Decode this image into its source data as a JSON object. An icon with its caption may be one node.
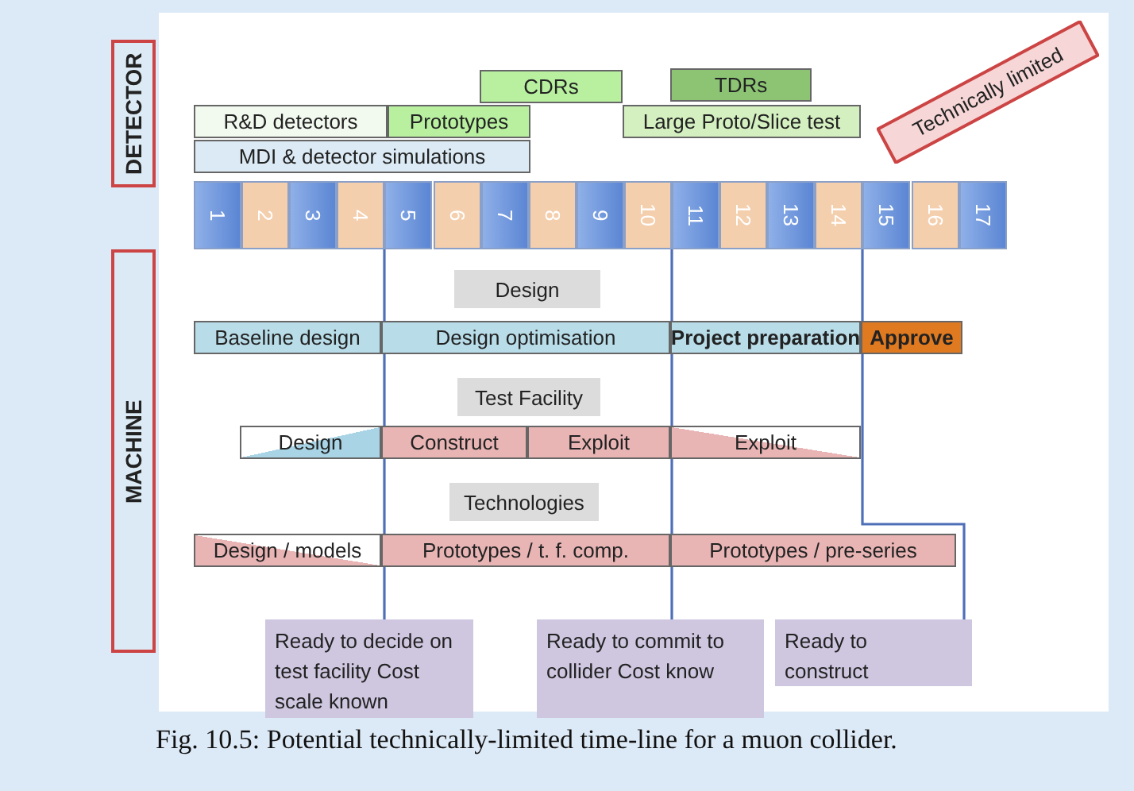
{
  "diagram": {
    "caption": "Fig. 10.5: Potential technically-limited time-line for a muon collider.",
    "nodes": [
      {
        "text": [
          "DETECTOR"
        ]
      },
      {
        "text": [
          "CDRs"
        ]
      },
      {
        "text": [
          "TDRs"
        ]
      },
      {
        "text": [
          "Technically limited"
        ]
      },
      {
        "text": [
          "R&D detectors"
        ]
      },
      {
        "text": [
          "Prototypes"
        ]
      },
      {
        "text": [
          "Large Proto/Slice test"
        ]
      },
      {
        "text": [
          "MDI & detector simulations"
        ]
      },
      {
        "text": [
          "1"
        ]
      },
      {
        "text": [
          "2"
        ]
      },
      {
        "text": [
          "3"
        ]
      },
      {
        "text": [
          "4"
        ]
      },
      {
        "text": [
          "5"
        ]
      },
      {
        "text": [
          "6"
        ]
      },
      {
        "text": [
          "7"
        ]
      },
      {
        "text": [
          "8"
        ]
      },
      {
        "text": [
          "9"
        ]
      },
      {
        "text": [
          "10"
        ]
      },
      {
        "text": [
          "11"
        ]
      },
      {
        "text": [
          "12"
        ]
      },
      {
        "text": [
          "13"
        ]
      },
      {
        "text": [
          "14"
        ]
      },
      {
        "text": [
          "15"
        ]
      },
      {
        "text": [
          "16"
        ]
      },
      {
        "text": [
          "17"
        ]
      },
      {
        "text": [
          "MACHINE"
        ]
      },
      {
        "text": [
          "Design"
        ]
      },
      {
        "text": [
          "Baseline design"
        ]
      },
      {
        "text": [
          "Design optimisation"
        ]
      },
      {
        "text": [
          "Project preparation"
        ]
      },
      {
        "text": [
          "Approve"
        ]
      },
      {
        "text": [
          "Test Facility"
        ]
      },
      {
        "text": [
          "Design"
        ]
      },
      {
        "text": [
          "Construct"
        ]
      },
      {
        "text": [
          "Exploit"
        ]
      },
      {
        "text": [
          "Exploit"
        ]
      },
      {
        "text": [
          "Technologies"
        ]
      },
      {
        "text": [
          "Design / models"
        ]
      },
      {
        "text": [
          "Prototypes / t. f. comp."
        ]
      },
      {
        "text": [
          "Prototypes / pre-series"
        ]
      },
      {
        "text": [
          "Ready to decide on test facility Cost scale known"
        ]
      },
      {
        "text": [
          "Ready to commit to collider Cost know"
        ]
      },
      {
        "text": [
          "Ready to construct"
        ]
      }
    ],
    "edges": [
      {
        "from": 12,
        "to": 40,
        "arrow": "none"
      },
      {
        "from": 18,
        "to": 41,
        "arrow": "none"
      },
      {
        "from": 22,
        "to": 42,
        "arrow": "none"
      }
    ]
  }
}
